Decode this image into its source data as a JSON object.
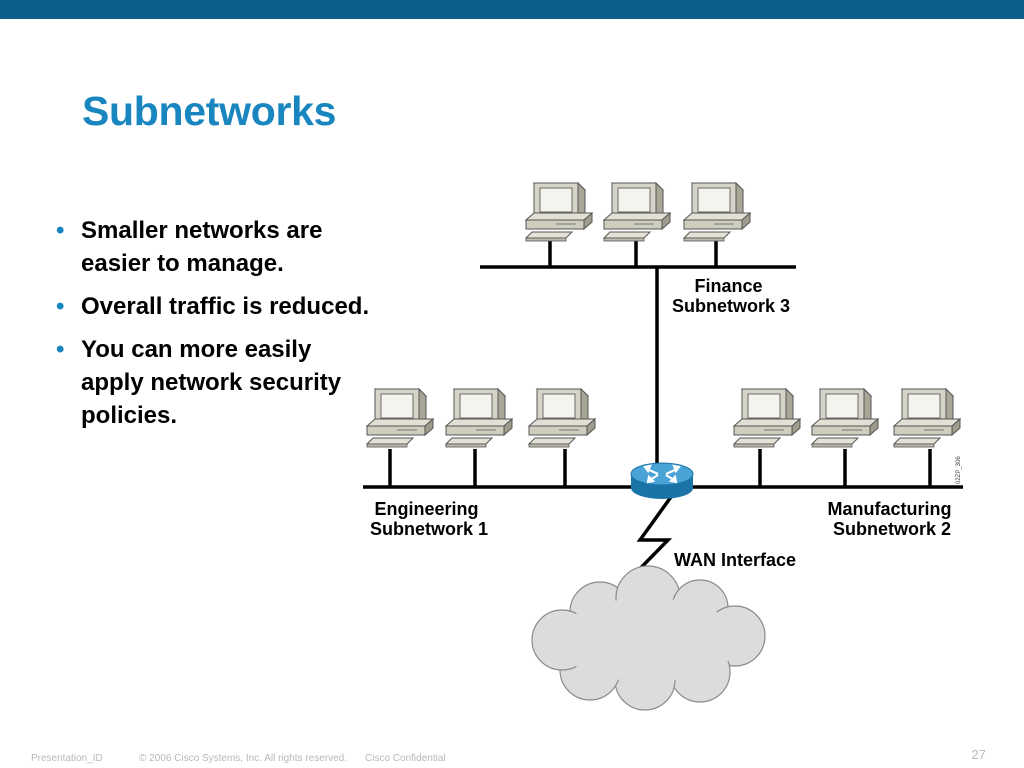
{
  "slide": {
    "title": "Subnetworks",
    "accent_color": "#1a86c0",
    "band_color": "#0b5f8a"
  },
  "bullets": [
    "Smaller networks are easier to manage.",
    "Overall traffic is reduced.",
    "You can more easily apply network security policies."
  ],
  "bullet_glyph": "•",
  "diagram": {
    "finance_label_line1": "Finance",
    "finance_label_line2": "Subnetwork 3",
    "engineering_label_line1": "Engineering",
    "engineering_label_line2": "Subnetwork 1",
    "manufacturing_label_line1": "Manufacturing",
    "manufacturing_label_line2": "Subnetwork 2",
    "wan_label": "WAN Interface",
    "figure_code": "02ZP_306",
    "router_icon": "router-icon",
    "computer_icon": "desktop-computer-icon",
    "cloud_icon": "cloud-icon"
  },
  "footer": {
    "presentation_id": "Presentation_ID",
    "copyright": "© 2006 Cisco Systems, Inc. All rights reserved.",
    "confidential": "Cisco Confidential",
    "page_number": "27"
  }
}
